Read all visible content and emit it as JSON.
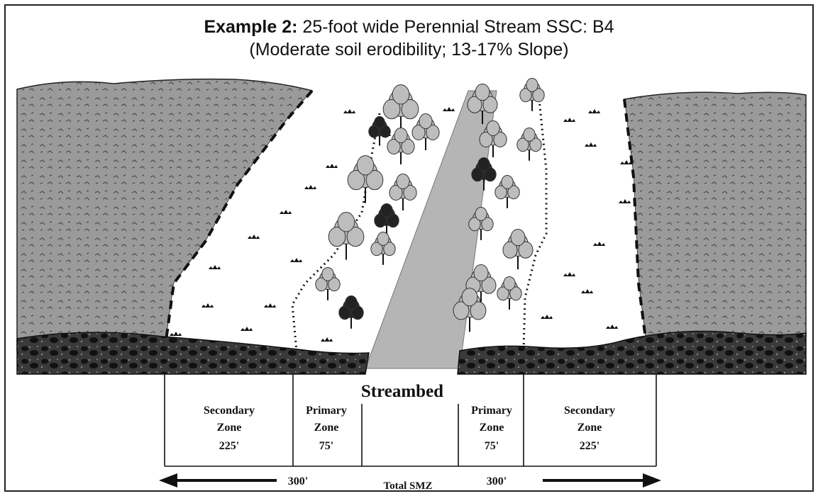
{
  "title": {
    "example": "Example 2:",
    "main": "25-foot wide Perennial Stream SSC: B4",
    "subtitle": "(Moderate soil erodibility; 13-17% Slope)"
  },
  "streambed_label": "Streambed",
  "zones": {
    "left_secondary": {
      "name_line1": "Secondary",
      "name_line2": "Zone",
      "width": "225'"
    },
    "left_primary": {
      "name_line1": "Primary",
      "name_line2": "Zone",
      "width": "75'"
    },
    "right_primary": {
      "name_line1": "Primary",
      "name_line2": "Zone",
      "width": "75'"
    },
    "right_secondary": {
      "name_line1": "Secondary",
      "name_line2": "Zone",
      "width": "225'"
    }
  },
  "measure": {
    "left_total": "300'",
    "center_label": "Total SMZ",
    "right_total": "300'"
  },
  "colors": {
    "outer_land": "#9a9a9a",
    "stream": "#b5b5b5",
    "soil": "#2e2e2e",
    "smz_ground": "#ffffff"
  }
}
